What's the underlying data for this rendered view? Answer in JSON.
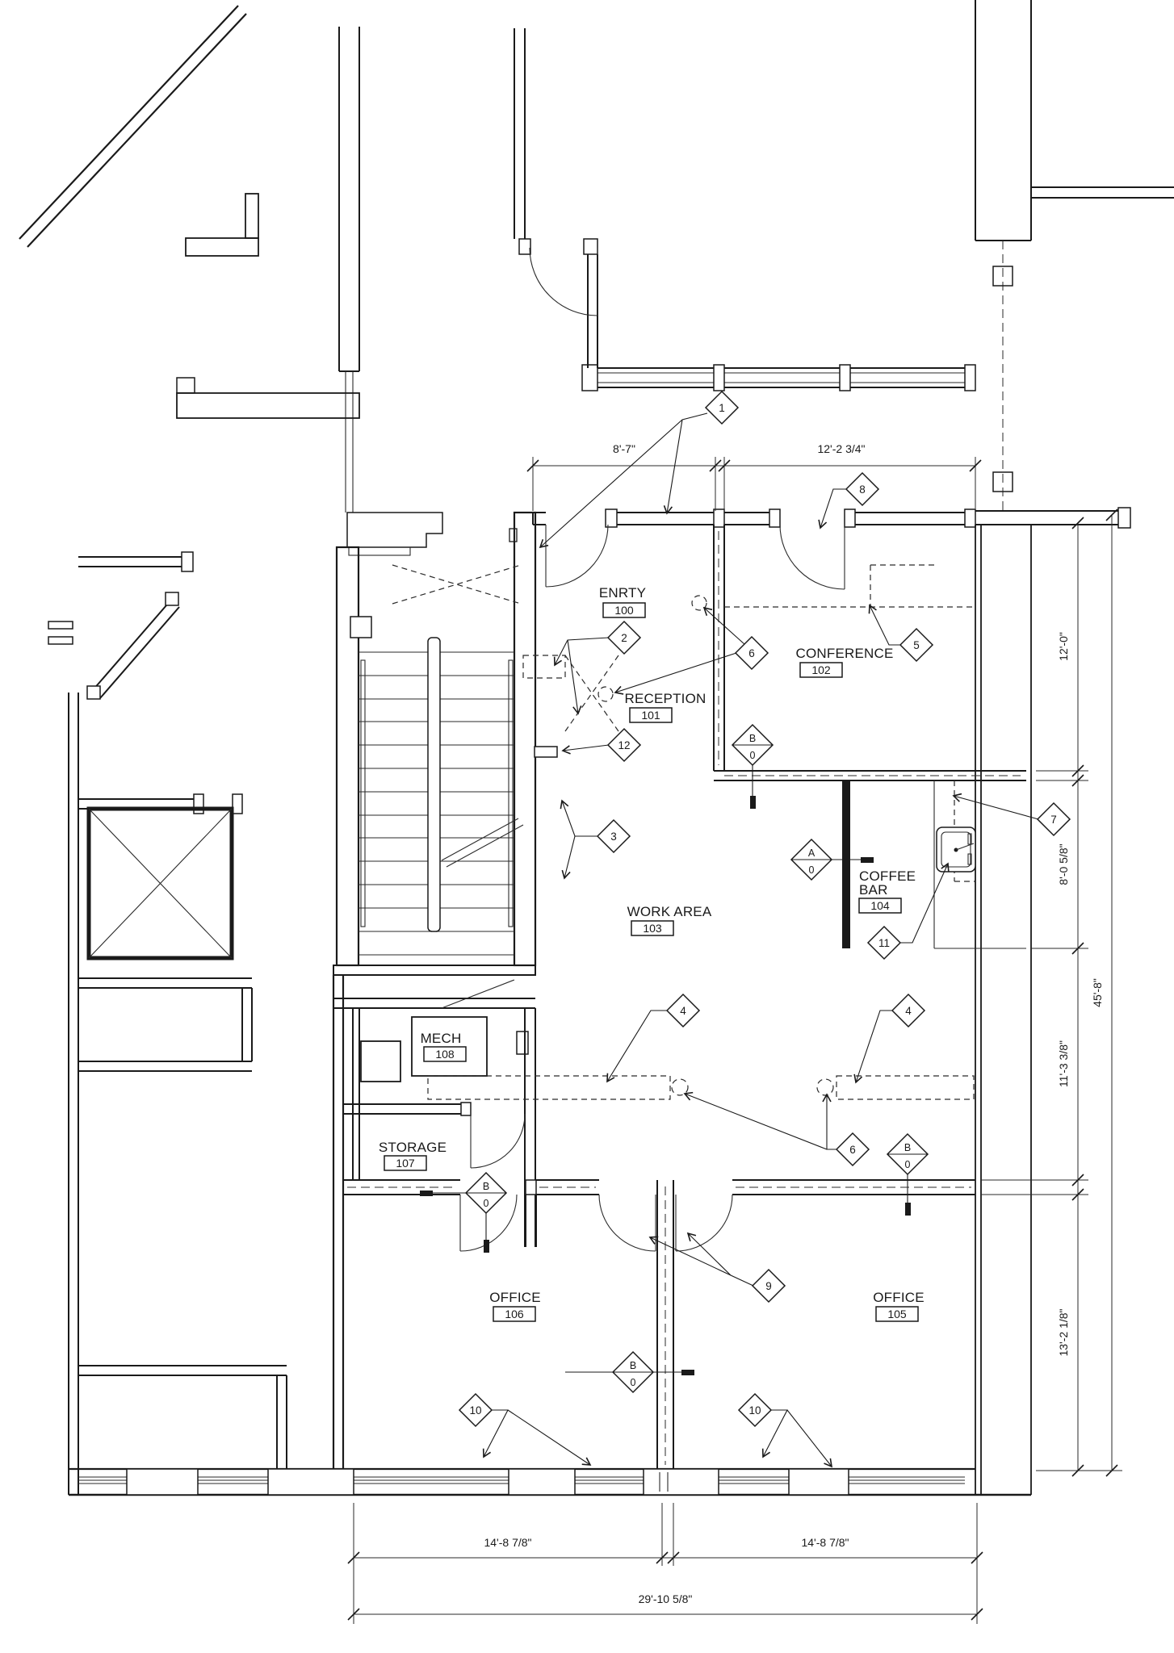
{
  "sheet": {
    "type_note": "floor plan drawing"
  },
  "rooms": [
    {
      "name": "ENRTY",
      "number": "100"
    },
    {
      "name": "RECEPTION",
      "number": "101"
    },
    {
      "name": "CONFERENCE",
      "number": "102"
    },
    {
      "name": "WORK AREA",
      "number": "103"
    },
    {
      "name": "COFFEE BAR",
      "number": "104",
      "display_lines": [
        "COFFEE",
        "BAR"
      ]
    },
    {
      "name": "OFFICE",
      "number": "105"
    },
    {
      "name": "OFFICE",
      "number": "106"
    },
    {
      "name": "STORAGE",
      "number": "107"
    },
    {
      "name": "MECH",
      "number": "108"
    }
  ],
  "keynote_tags": [
    {
      "label": "1"
    },
    {
      "label": "2"
    },
    {
      "label": "3"
    },
    {
      "label": "4"
    },
    {
      "label": "4"
    },
    {
      "label": "5"
    },
    {
      "label": "6"
    },
    {
      "label": "6"
    },
    {
      "label": "7"
    },
    {
      "label": "8"
    },
    {
      "label": "9"
    },
    {
      "label": "10"
    },
    {
      "label": "10"
    },
    {
      "label": "11"
    },
    {
      "label": "12"
    }
  ],
  "section_markers": [
    {
      "letter": "A",
      "number": "0"
    },
    {
      "letter": "B",
      "number": "0"
    },
    {
      "letter": "B",
      "number": "0"
    },
    {
      "letter": "B",
      "number": "0"
    },
    {
      "letter": "B",
      "number": "0"
    }
  ],
  "dimensions": {
    "top": [
      "8'-7\"",
      "12'-2 3/4\""
    ],
    "right_segments": [
      "12'-0\"",
      "8'-0 5/8\"",
      "11'-3 3/8\"",
      "13'-2 1/8\""
    ],
    "right_overall": "45'-8\"",
    "bottom_segments": [
      "14'-8 7/8\"",
      "14'-8 7/8\""
    ],
    "bottom_overall": "29'-10 5/8\""
  },
  "colors": {
    "line": "#1a1a1a",
    "background": "#ffffff"
  }
}
